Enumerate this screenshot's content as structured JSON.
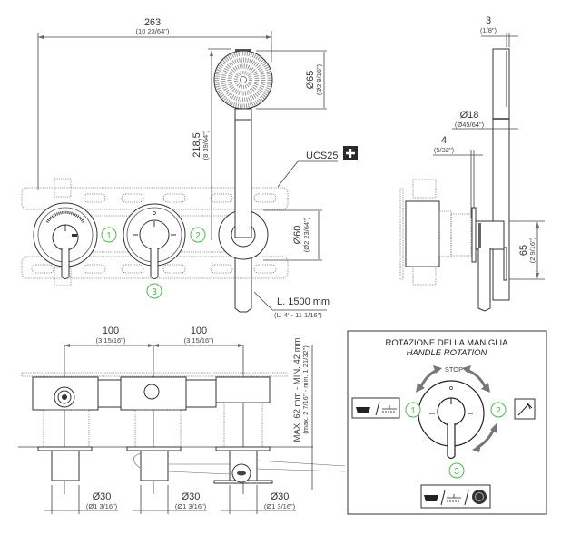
{
  "front_view": {
    "width_dim": {
      "value": "263",
      "imperial": "(10 23/64\")"
    },
    "height_dim": {
      "value": "218,5",
      "imperial": "(8 39/64\")"
    },
    "head_dia_dim": {
      "value": "Ø65",
      "imperial": "(Ø2 9/16\")"
    },
    "flange_dia_dim": {
      "value": "Ø60",
      "imperial": "(Ø2 23/64\")"
    },
    "model_label": "UCS25",
    "model_plus_icon": "plus-icon",
    "hose_length": {
      "value": "L. 1500 mm",
      "imperial": "(L. 4' - 11 1/16\")"
    },
    "callouts": [
      "1",
      "2",
      "3"
    ]
  },
  "side_view": {
    "thickness_dim": {
      "value": "3",
      "imperial": "(1/8\")"
    },
    "handle_dia_dim": {
      "value": "Ø18",
      "imperial": "(Ø45/64\")"
    },
    "plate_dim": {
      "value": "4",
      "imperial": "(5/32\")"
    },
    "holder_height_dim": {
      "value": "65",
      "imperial": "(2 9/16\")"
    }
  },
  "top_view": {
    "spacing_1": {
      "value": "100",
      "imperial": "(3 15/16\")"
    },
    "spacing_2": {
      "value": "100",
      "imperial": "(3 15/16\")"
    },
    "depth_range": {
      "value": "MAX. 62 mm - MIN. 42 mm",
      "imperial": "(max. 2 7/16\" - min. 1 21/32\")"
    },
    "outlet_dims": [
      {
        "value": "Ø30",
        "imperial": "(Ø1 3/16\")"
      },
      {
        "value": "Ø30",
        "imperial": "(Ø1 3/16\")"
      },
      {
        "value": "Ø30",
        "imperial": "(Ø1 3/16\")"
      }
    ]
  },
  "rotation_panel": {
    "title_it": "ROTAZIONE DELLA MANIGLIA",
    "title_en": "HANDLE ROTATION",
    "stop_label": "STOP",
    "positions": [
      {
        "number": "1",
        "icon": "bathtub-overhead-shower-icon"
      },
      {
        "number": "2",
        "icon": "hand-shower-icon"
      },
      {
        "number": "3",
        "icon": "bathtub-shower-body-jet-icon"
      }
    ],
    "accent_color": "#4cbb4c"
  }
}
